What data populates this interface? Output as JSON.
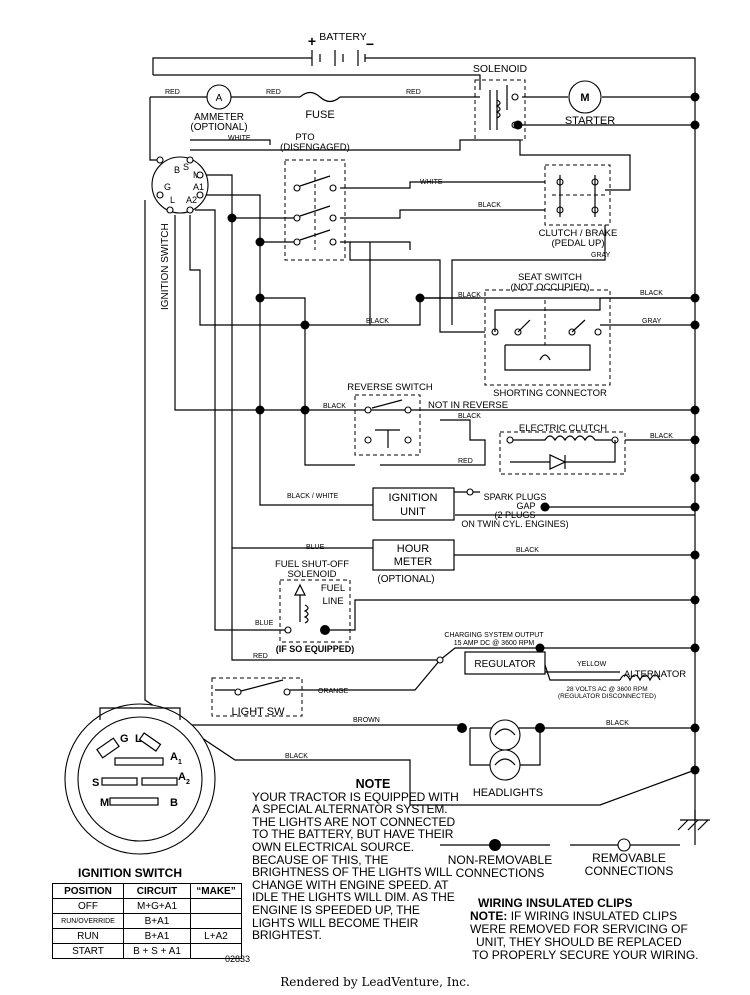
{
  "components": {
    "battery": "BATTERY",
    "battery_plus": "+",
    "battery_minus": "−",
    "solenoid": "SOLENOID",
    "starter": "STARTER",
    "starter_symbol": "M",
    "ammeter_symbol": "A",
    "ammeter_line1": "AMMETER",
    "ammeter_line2": "(OPTIONAL)",
    "fuse": "FUSE",
    "pto_line1": "PTO",
    "pto_line2": "(DISENGAGED)",
    "clutch_line1": "CLUTCH / BRAKE",
    "clutch_line2": "(PEDAL UP)",
    "seat_line1": "SEAT SWITCH",
    "seat_line2": "(NOT OCCUPIED)",
    "shorting": "SHORTING CONNECTOR",
    "reverse": "REVERSE SWITCH",
    "not_in_reverse": "NOT IN REVERSE",
    "electric_clutch": "ELECTRIC CLUTCH",
    "ignition_line1": "IGNITION",
    "ignition_line2": "UNIT",
    "spark_line1": "SPARK PLUGS",
    "spark_line2": "GAP",
    "spark_line3": "(2 PLUGS",
    "spark_line4": "ON TWIN CYL. ENGINES)",
    "hour_line1": "HOUR",
    "hour_line2": "METER",
    "hour_optional": "(OPTIONAL)",
    "fuel_line1": "FUEL SHUT-OFF",
    "fuel_line2": "SOLENOID",
    "fuel_line3": "FUEL",
    "fuel_line4": "LINE",
    "fuel_equipped": "(IF SO EQUIPPED)",
    "charging_line1": "CHARGING SYSTEM OUTPUT",
    "charging_line2": "15 AMP DC @ 3600 RPM",
    "regulator": "REGULATOR",
    "alternator": "ALTERNATOR",
    "alt_line1": "28 VOLTS AC @ 3600 RPM",
    "alt_line2": "(REGULATOR DISCONNECTED)",
    "light_sw": "LIGHT SW",
    "headlights": "HEADLIGHTS",
    "ignition_switch_vertical": "IGNITION SWITCH"
  },
  "wire_labels": {
    "red": "RED",
    "white": "WHITE",
    "black": "BLACK",
    "gray": "GRAY",
    "blue": "BLUE",
    "black_white": "BLACK / WHITE",
    "orange": "ORANGE",
    "brown": "BROWN",
    "yellow": "YELLOW"
  },
  "switch_terminals": {
    "b": "B",
    "s": "S",
    "m": "M",
    "a1": "A1",
    "a2": "A2",
    "g": "G",
    "l": "L"
  },
  "connector_terminals": {
    "g": "G",
    "l": "L",
    "a1": "A",
    "a1_sub": "1",
    "a2": "A",
    "a2_sub": "2",
    "s": "S",
    "m": "M",
    "b": "B"
  },
  "note": {
    "title": "NOTE",
    "body": "YOUR TRACTOR IS EQUIPPED WITH A SPECIAL ALTERNATOR SYSTEM. THE LIGHTS ARE NOT CONNECTED TO THE BATTERY, BUT HAVE THEIR OWN ELECTRICAL SOURCE. BECAUSE OF THIS, THE BRIGHTNESS OF THE LIGHTS WILL CHANGE WITH ENGINE SPEED. AT IDLE THE LIGHTS WILL DIM. AS THE ENGINE IS SPEEDED UP, THE LIGHTS WILL BECOME THEIR BRIGHTEST."
  },
  "legend": {
    "non_removable_line1": "NON-REMOVABLE",
    "non_removable_line2": "CONNECTIONS",
    "removable_line1": "REMOVABLE",
    "removable_line2": "CONNECTIONS"
  },
  "clips": {
    "title": "WIRING INSULATED CLIPS",
    "note_label": "NOTE:",
    "line1": "IF WIRING INSULATED CLIPS",
    "line2": "WERE REMOVED FOR SERVICING OF",
    "line3": "UNIT, THEY SHOULD BE REPLACED",
    "line4": "TO PROPERLY SECURE YOUR WIRING."
  },
  "ignition_table": {
    "title": "IGNITION SWITCH",
    "headers": [
      "POSITION",
      "CIRCUIT",
      "“MAKE”"
    ],
    "rows": [
      [
        "OFF",
        "M+G+A1",
        ""
      ],
      [
        "RUN/OVERRIDE",
        "B+A1",
        ""
      ],
      [
        "RUN",
        "B+A1",
        "L+A2"
      ],
      [
        "START",
        "B + S + A1",
        ""
      ]
    ]
  },
  "doc_number": "02833",
  "footer": "Rendered by LeadVenture, Inc."
}
